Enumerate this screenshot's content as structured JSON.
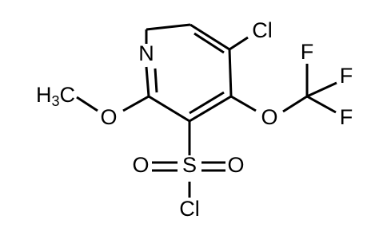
{
  "molecule": {
    "atoms": {
      "pyridine_n": "N",
      "ring_cl": "Cl",
      "methoxy_o": "O",
      "methyl_h": "H",
      "methyl_sub": "3",
      "methyl_c": "C",
      "ether_o": "O",
      "f_top": "F",
      "f_right": "F",
      "f_bottom": "F",
      "sulfonyl_s": "S",
      "sulfonyl_o_left": "O",
      "sulfonyl_o_right": "O",
      "sulfonyl_cl": "Cl"
    }
  },
  "colors": {
    "bond": "#000000",
    "text": "#000000",
    "background": "#ffffff"
  }
}
